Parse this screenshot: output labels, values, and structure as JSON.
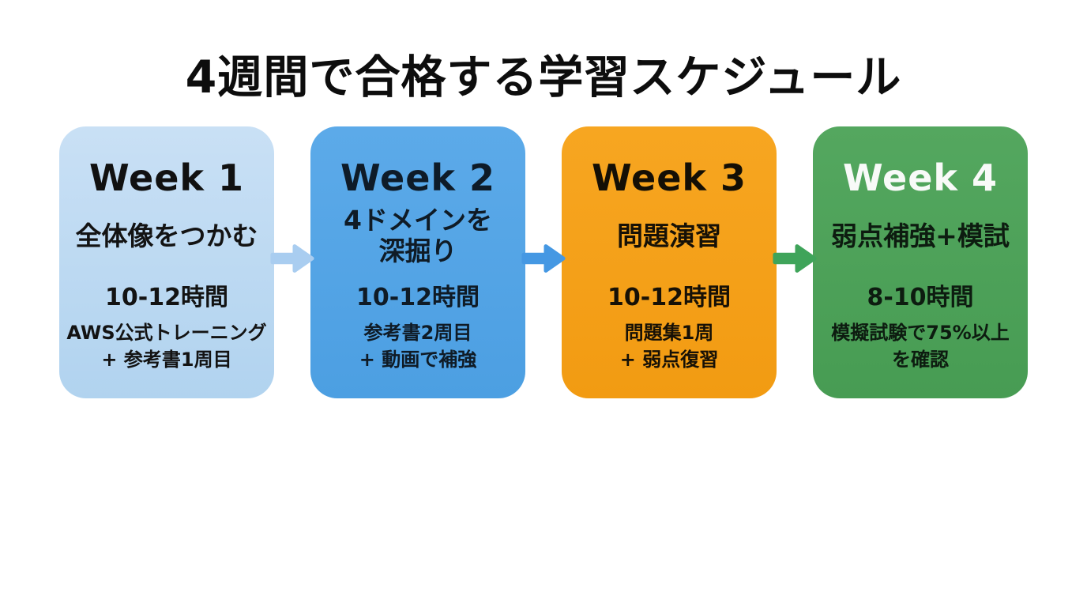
{
  "title": "4週間で合格する学習スケジュール",
  "weeks": [
    {
      "heading": "Week 1",
      "topic_lines": [
        "全体像をつかむ"
      ],
      "hours": "10-12時間",
      "details": [
        "AWS公式トレーニング",
        "+ 参考書1周目"
      ],
      "colors": {
        "card_top": "#c9e0f5",
        "card_bottom": "#b1d3ef",
        "heading_text": "#111111",
        "body_text": "#131313"
      }
    },
    {
      "heading": "Week 2",
      "topic_lines": [
        "4ドメインを",
        "深掘り"
      ],
      "hours": "10-12時間",
      "details": [
        "参考書2周目",
        "+ 動画で補強"
      ],
      "colors": {
        "card_top": "#5caae9",
        "card_bottom": "#4c9fe2",
        "heading_text": "#0e1b28",
        "body_text": "#0f1b26"
      }
    },
    {
      "heading": "Week 3",
      "topic_lines": [
        "問題演習"
      ],
      "hours": "10-12時間",
      "details": [
        "問題集1周",
        "+ 弱点復習"
      ],
      "colors": {
        "card_top": "#f7a621",
        "card_bottom": "#f29b12",
        "heading_text": "#140f05",
        "body_text": "#171106"
      }
    },
    {
      "heading": "Week 4",
      "topic_lines": [
        "弱点補強+模試"
      ],
      "hours": "8-10時間",
      "details": [
        "模擬試験で75%以上",
        "を確認"
      ],
      "colors": {
        "card_top": "#54a75f",
        "card_bottom": "#479c53",
        "heading_text": "#f8faf8",
        "body_text": "#0d1c10"
      }
    }
  ],
  "arrows": [
    {
      "name": "arrow-week1-to-week2",
      "color": "#a9cdf0"
    },
    {
      "name": "arrow-week2-to-week3",
      "color": "#4598e3"
    },
    {
      "name": "arrow-week3-to-week4",
      "color": "#3fa45a"
    }
  ]
}
